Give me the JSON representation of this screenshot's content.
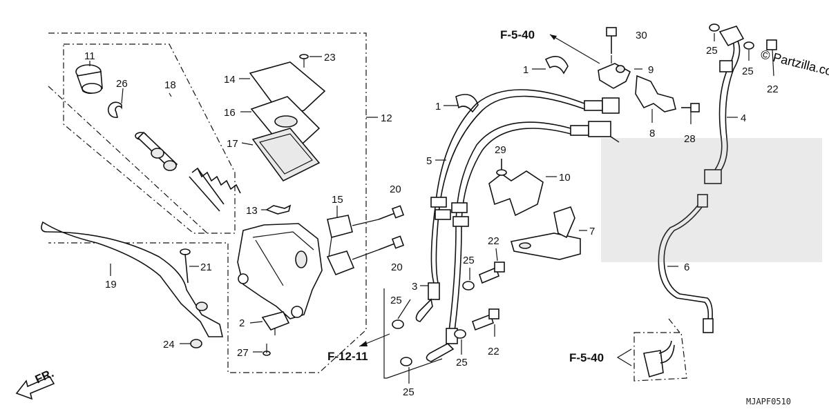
{
  "diagram": {
    "callouts": {
      "p1a": "1",
      "p1b": "1",
      "p2": "2",
      "p3": "3",
      "p4": "4",
      "p5": "5",
      "p6": "6",
      "p7": "7",
      "p8": "8",
      "p9": "9",
      "p10": "10",
      "p11": "11",
      "p12": "12",
      "p13": "13",
      "p14": "14",
      "p15": "15",
      "p16": "16",
      "p17": "17",
      "p18": "18",
      "p19": "19",
      "p20a": "20",
      "p20b": "20",
      "p21": "21",
      "p22a": "22",
      "p22b": "22",
      "p22c": "22",
      "p23": "23",
      "p24": "24",
      "p25a": "25",
      "p25b": "25",
      "p25c": "25",
      "p25d": "25",
      "p25e": "25",
      "p25f": "25",
      "p26": "26",
      "p27": "27",
      "p28": "28",
      "p29": "29",
      "p30": "30"
    },
    "references": {
      "f540_top": "F-5-40",
      "f540_bottom": "F-5-40",
      "f1211": "F-12-11"
    },
    "direction_label": "FR.",
    "diagram_code": "MJAPF0510",
    "watermark": "© Partzilla.com"
  }
}
